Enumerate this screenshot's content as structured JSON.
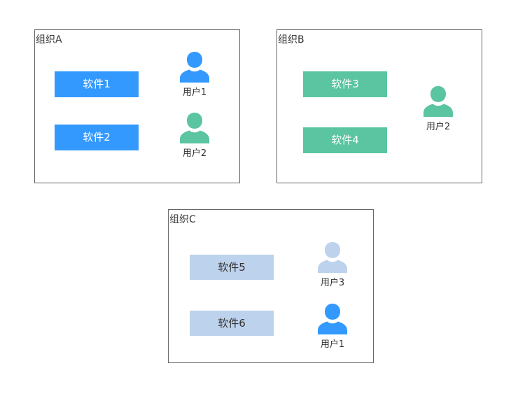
{
  "colors": {
    "blue": "#3399ff",
    "green": "#5ac5a0",
    "light_blue": "#bdd2ec",
    "border": "#666666",
    "text_dark": "#333333",
    "text_light": "#ffffff"
  },
  "organizations": [
    {
      "title": "组织A",
      "software": [
        {
          "label": "软件1",
          "color": "blue"
        },
        {
          "label": "软件2",
          "color": "blue"
        }
      ],
      "users": [
        {
          "label": "用户1",
          "icon": "person-icon",
          "color": "blue"
        },
        {
          "label": "用户2",
          "icon": "person-icon",
          "color": "green"
        }
      ]
    },
    {
      "title": "组织B",
      "software": [
        {
          "label": "软件3",
          "color": "green"
        },
        {
          "label": "软件4",
          "color": "green"
        }
      ],
      "users": [
        {
          "label": "用户2",
          "icon": "person-icon",
          "color": "green"
        }
      ]
    },
    {
      "title": "组织C",
      "software": [
        {
          "label": "软件5",
          "color": "light_blue"
        },
        {
          "label": "软件6",
          "color": "light_blue"
        }
      ],
      "users": [
        {
          "label": "用户3",
          "icon": "person-icon",
          "color": "light_blue"
        },
        {
          "label": "用户1",
          "icon": "person-icon",
          "color": "blue"
        }
      ]
    }
  ]
}
